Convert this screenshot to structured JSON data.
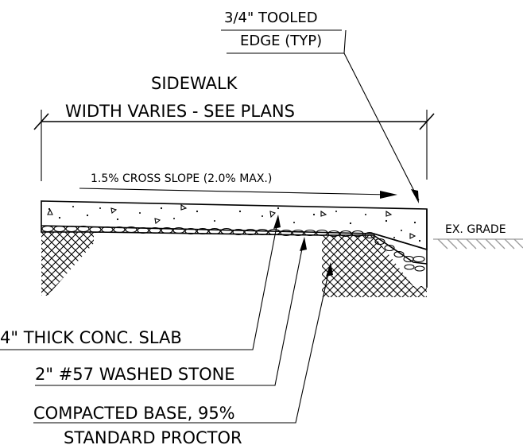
{
  "labels": {
    "tooled_edge_line1": "3/4\" TOOLED",
    "tooled_edge_line2": "EDGE (TYP)",
    "sidewalk_title": "SIDEWALK",
    "width_note": "WIDTH VARIES - SEE PLANS",
    "cross_slope": "1.5% CROSS SLOPE (2.0% MAX.)",
    "existing_grade": "EX. GRADE",
    "slab": "4\" THICK CONC. SLAB",
    "stone": "2\" #57 WASHED STONE",
    "base_line1": "COMPACTED BASE, 95%",
    "base_line2": "STANDARD PROCTOR"
  },
  "colors": {
    "linework": "#000000",
    "existing_grade_hatch": "#9a9a9a"
  }
}
